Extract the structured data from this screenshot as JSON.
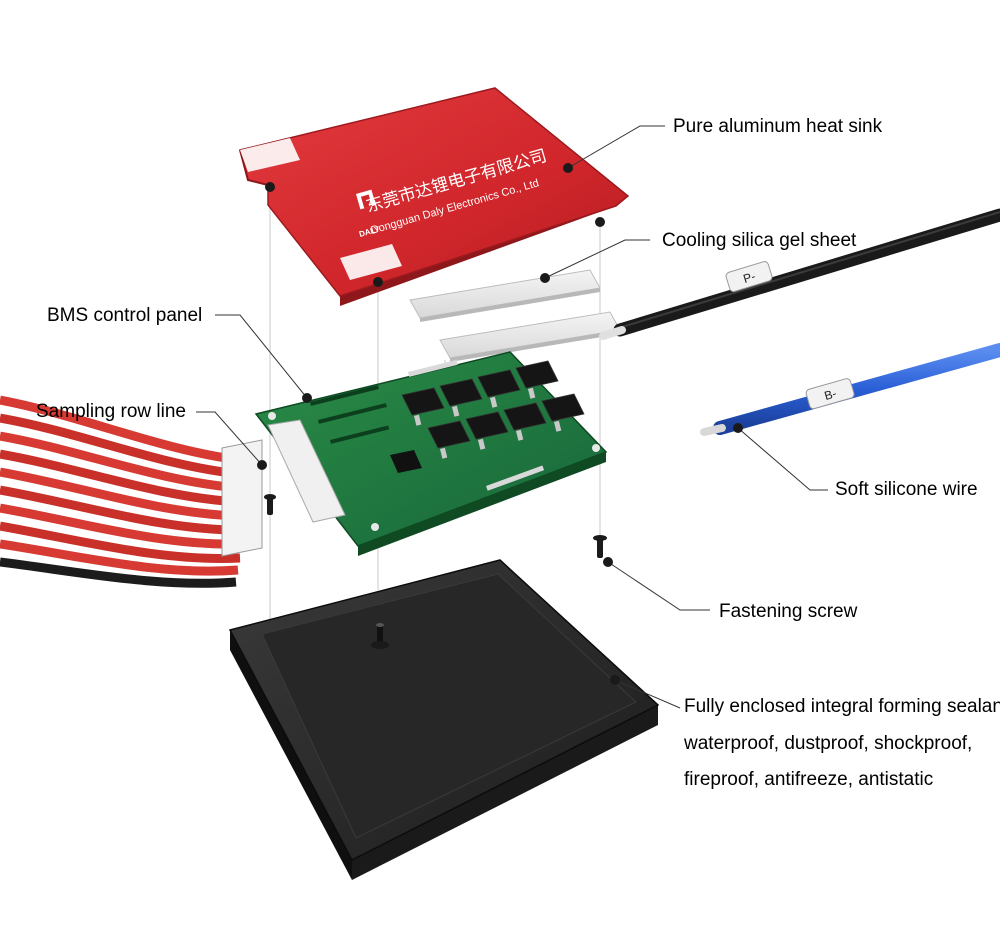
{
  "colors": {
    "heat_sink": "#d0262b",
    "heat_sink_dark": "#9c1a1e",
    "pcb": "#1f7a3a",
    "pcb_dark": "#135026",
    "case": "#2b2b2b",
    "case_dark": "#111111",
    "red_wire": "#d63a32",
    "blue_wire": "#2a5fd6",
    "black_wire": "#1a1a1a",
    "leader_line": "#333333"
  },
  "heat_sink_marking": {
    "chinese_name": "东莞市达锂电子有限公司",
    "english_name": "Dongguan Daly Electronics Co., Ltd",
    "brand": "DALY"
  },
  "wire_tags": {
    "black": "P-",
    "blue": "B-"
  },
  "labels": {
    "heat_sink": "Pure aluminum heat sink",
    "gel_sheet": "Cooling silica gel sheet",
    "bms_panel": "BMS control panel",
    "sampling_line": "Sampling row line",
    "silicone_wire": "Soft silicone wire",
    "screw": "Fastening screw",
    "enclosure_line1": "Fully enclosed integral forming sealant",
    "enclosure_line2": "waterproof, dustproof, shockproof,",
    "enclosure_line3": "fireproof, antifreeze, antistatic"
  }
}
